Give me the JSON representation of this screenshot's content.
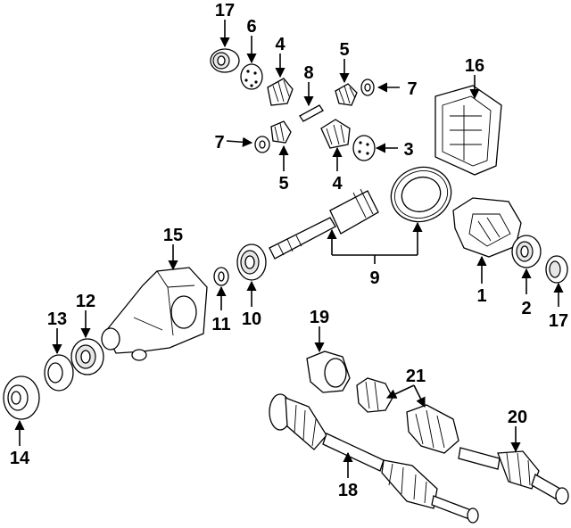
{
  "callouts": {
    "c1": "1",
    "c2": "2",
    "c3": "3",
    "c4a": "4",
    "c4b": "4",
    "c5a": "5",
    "c5b": "5",
    "c6": "6",
    "c7a": "7",
    "c7b": "7",
    "c8": "8",
    "c9": "9",
    "c10": "10",
    "c11": "11",
    "c12": "12",
    "c13": "13",
    "c14": "14",
    "c15": "15",
    "c16": "16",
    "c17a": "17",
    "c17b": "17",
    "c18": "18",
    "c19": "19",
    "c20": "20",
    "c21": "21"
  }
}
